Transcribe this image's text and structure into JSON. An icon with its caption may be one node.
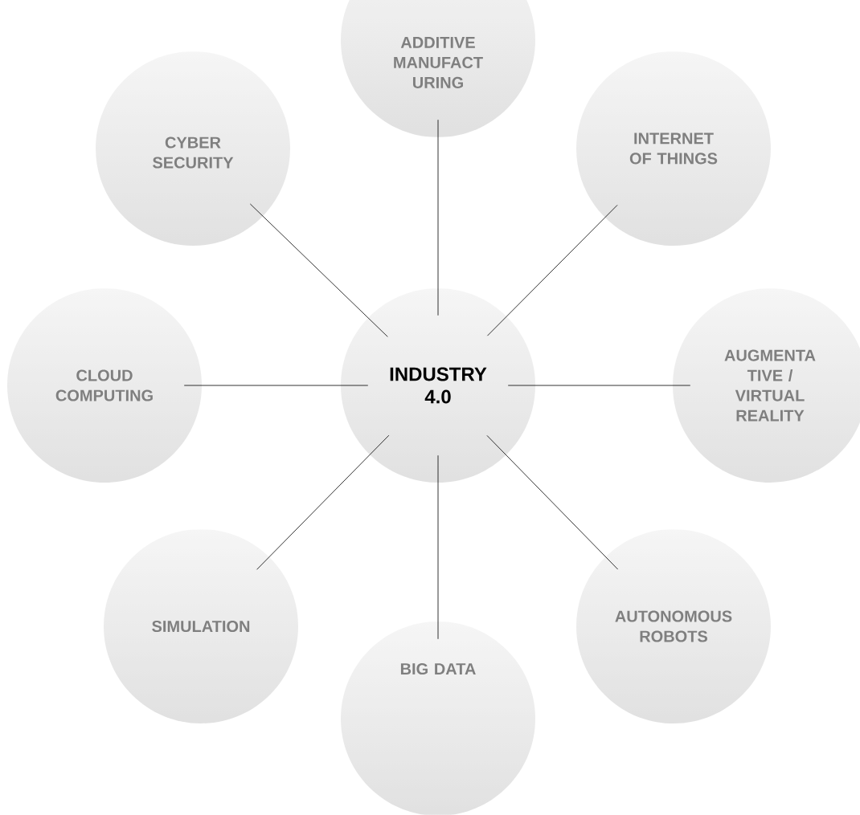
{
  "diagram": {
    "nodes": [
      {
        "text": [
          "INDUSTRY 4.0"
        ]
      },
      {
        "text": [
          "ADDITIVE MANUFACT URING"
        ]
      },
      {
        "text": [
          "INTERNET OF THINGS"
        ]
      },
      {
        "text": [
          "AUGMENTA TIVE / VIRTUAL REALITY"
        ]
      },
      {
        "text": [
          "AUTONOMOUS ROBOTS"
        ]
      },
      {
        "text": [
          "BIG DATA"
        ]
      },
      {
        "text": [
          "SIMULATION"
        ]
      },
      {
        "text": [
          "CLOUD COMPUTING"
        ]
      },
      {
        "text": [
          "CYBER SECURITY"
        ]
      }
    ],
    "edges": [
      {
        "from": 0,
        "to": 1,
        "arrow": "none"
      },
      {
        "from": 0,
        "to": 2,
        "arrow": "none"
      },
      {
        "from": 0,
        "to": 3,
        "arrow": "none"
      },
      {
        "from": 0,
        "to": 4,
        "arrow": "none"
      },
      {
        "from": 0,
        "to": 5,
        "arrow": "none"
      },
      {
        "from": 0,
        "to": 6,
        "arrow": "none"
      },
      {
        "from": 0,
        "to": 7,
        "arrow": "none"
      },
      {
        "from": 0,
        "to": 8,
        "arrow": "none"
      }
    ]
  }
}
